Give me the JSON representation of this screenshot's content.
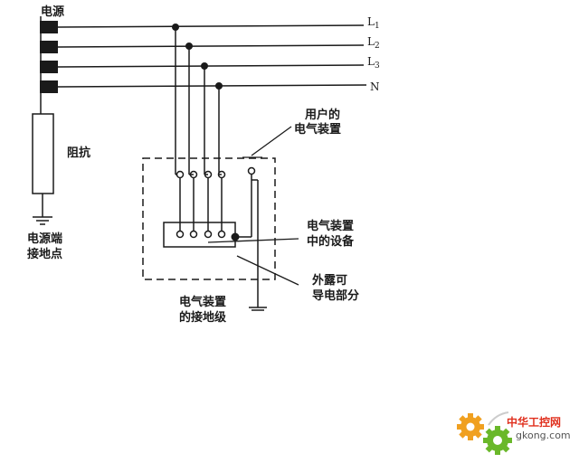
{
  "labels": {
    "source": "电源",
    "impedance": "阻抗",
    "source_ground_1": "电源端",
    "source_ground_2": "接地点",
    "user_install_1": "用户的",
    "user_install_2": "电气装置",
    "equipment_1": "电气装置",
    "equipment_2": "中的设备",
    "exposed_1": "外露可",
    "exposed_2": "导电部分",
    "install_ground_1": "电气装置",
    "install_ground_2": "的接地级"
  },
  "lines": {
    "l1": "L",
    "l1_sub": "1",
    "l2": "L",
    "l2_sub": "2",
    "l3": "L",
    "l3_sub": "3",
    "n": "N"
  },
  "watermark": {
    "brand_cn": "中华工控网",
    "brand_url": "gkong.com"
  },
  "colors": {
    "ink": "#1a1a1a",
    "watermark_red": "#e0301e",
    "watermark_orange": "#f0a020",
    "watermark_green": "#6ab82a"
  }
}
